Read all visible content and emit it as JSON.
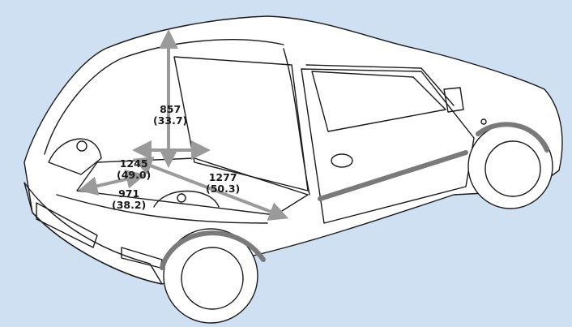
{
  "colors": {
    "background": "#cfe0f2",
    "body_fill": "#ffffff",
    "outline": "#1a1a1a",
    "trim": "#7a7a7a",
    "arrow": "#9a9a9a"
  },
  "dimensions": {
    "height": {
      "mm": "857",
      "in": "(33.7)"
    },
    "width_max": {
      "mm": "1245",
      "in": "(49.0)"
    },
    "width_min": {
      "mm": "971",
      "in": "(38.2)"
    },
    "length": {
      "mm": "1277",
      "in": "(50.3)"
    }
  }
}
